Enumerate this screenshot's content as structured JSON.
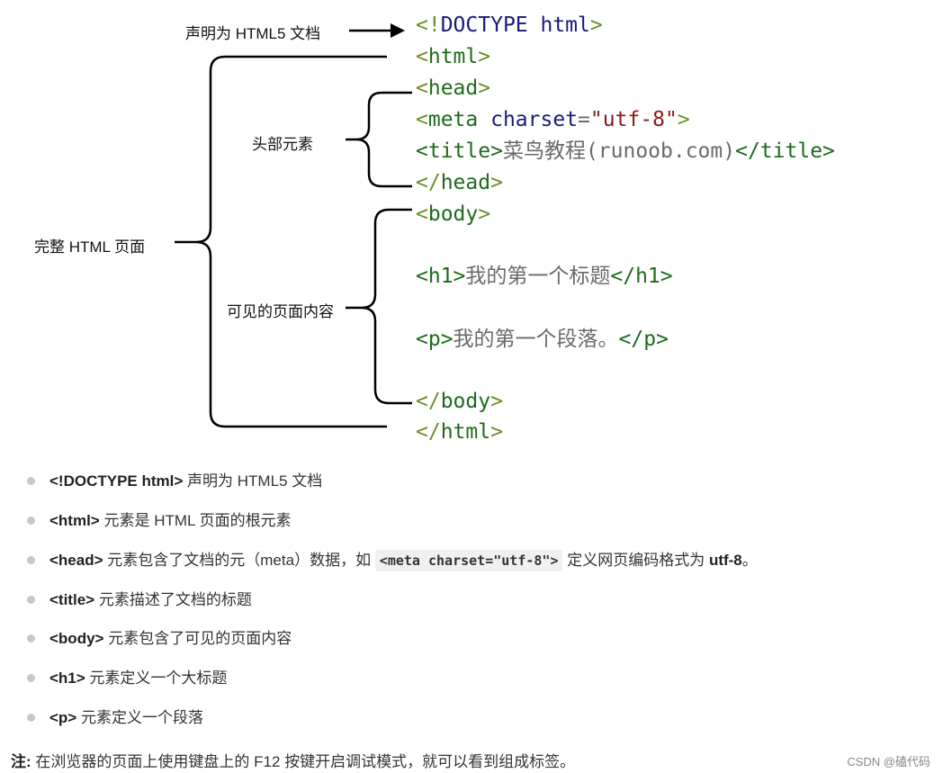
{
  "diagram": {
    "labels": {
      "doctype": "声明为 HTML5 文档",
      "full_page": "完整 HTML 页面",
      "head_elements": "头部元素",
      "visible_content": "可见的页面内容"
    },
    "code": {
      "doctype": {
        "lt": "<!",
        "name": "DOCTYPE html",
        "gt": ">"
      },
      "html_open": {
        "lt": "<",
        "name": "html",
        "gt": ">"
      },
      "head_open": {
        "lt": "<",
        "name": "head",
        "gt": ">"
      },
      "meta": {
        "lt": "<",
        "name": "meta",
        "attr": "charset",
        "eq": "=",
        "val": "\"utf-8\"",
        "gt": ">"
      },
      "title": {
        "open": "<title>",
        "text": "菜鸟教程(runoob.com)",
        "close": "</title>"
      },
      "head_close": {
        "lt": "</",
        "name": "head",
        "gt": ">"
      },
      "body_open": {
        "lt": "<",
        "name": "body",
        "gt": ">"
      },
      "h1": {
        "open": "<h1>",
        "text": "我的第一个标题",
        "close": "</h1>"
      },
      "p": {
        "open": "<p>",
        "text": "我的第一个段落。",
        "close": "</p>"
      },
      "body_close": {
        "lt": "</",
        "name": "body",
        "gt": ">"
      },
      "html_close": {
        "lt": "</",
        "name": "html",
        "gt": ">"
      }
    }
  },
  "bullets": [
    {
      "kw": "<!DOCTYPE html>",
      "text": " 声明为 HTML5 文档"
    },
    {
      "kw": "<html>",
      "text": " 元素是 HTML 页面的根元素"
    },
    {
      "kw": "<head>",
      "text": " 元素包含了文档的元（meta）数据，如 ",
      "code": "<meta charset=\"utf-8\">",
      "text2": " 定义网页编码格式为 ",
      "kw2": "utf-8",
      "text3": "。"
    },
    {
      "kw": "<title>",
      "text": " 元素描述了文档的标题"
    },
    {
      "kw": "<body>",
      "text": " 元素包含了可见的页面内容"
    },
    {
      "kw": "<h1>",
      "text": " 元素定义一个大标题"
    },
    {
      "kw": "<p>",
      "text": " 元素定义一个段落"
    }
  ],
  "note": {
    "label": "注:",
    "text": " 在浏览器的页面上使用键盘上的 F12 按键开启调试模式，就可以看到组成标签。"
  },
  "watermark": "CSDN @磕代码",
  "colors": {
    "tag_bracket": "#6b8e23",
    "tag_name": "#1e6a1e",
    "text": "#6a6a6a",
    "doctype": "#1a1a7a",
    "string": "#8b1a1a",
    "bullet_dot": "#c8c8c8"
  }
}
